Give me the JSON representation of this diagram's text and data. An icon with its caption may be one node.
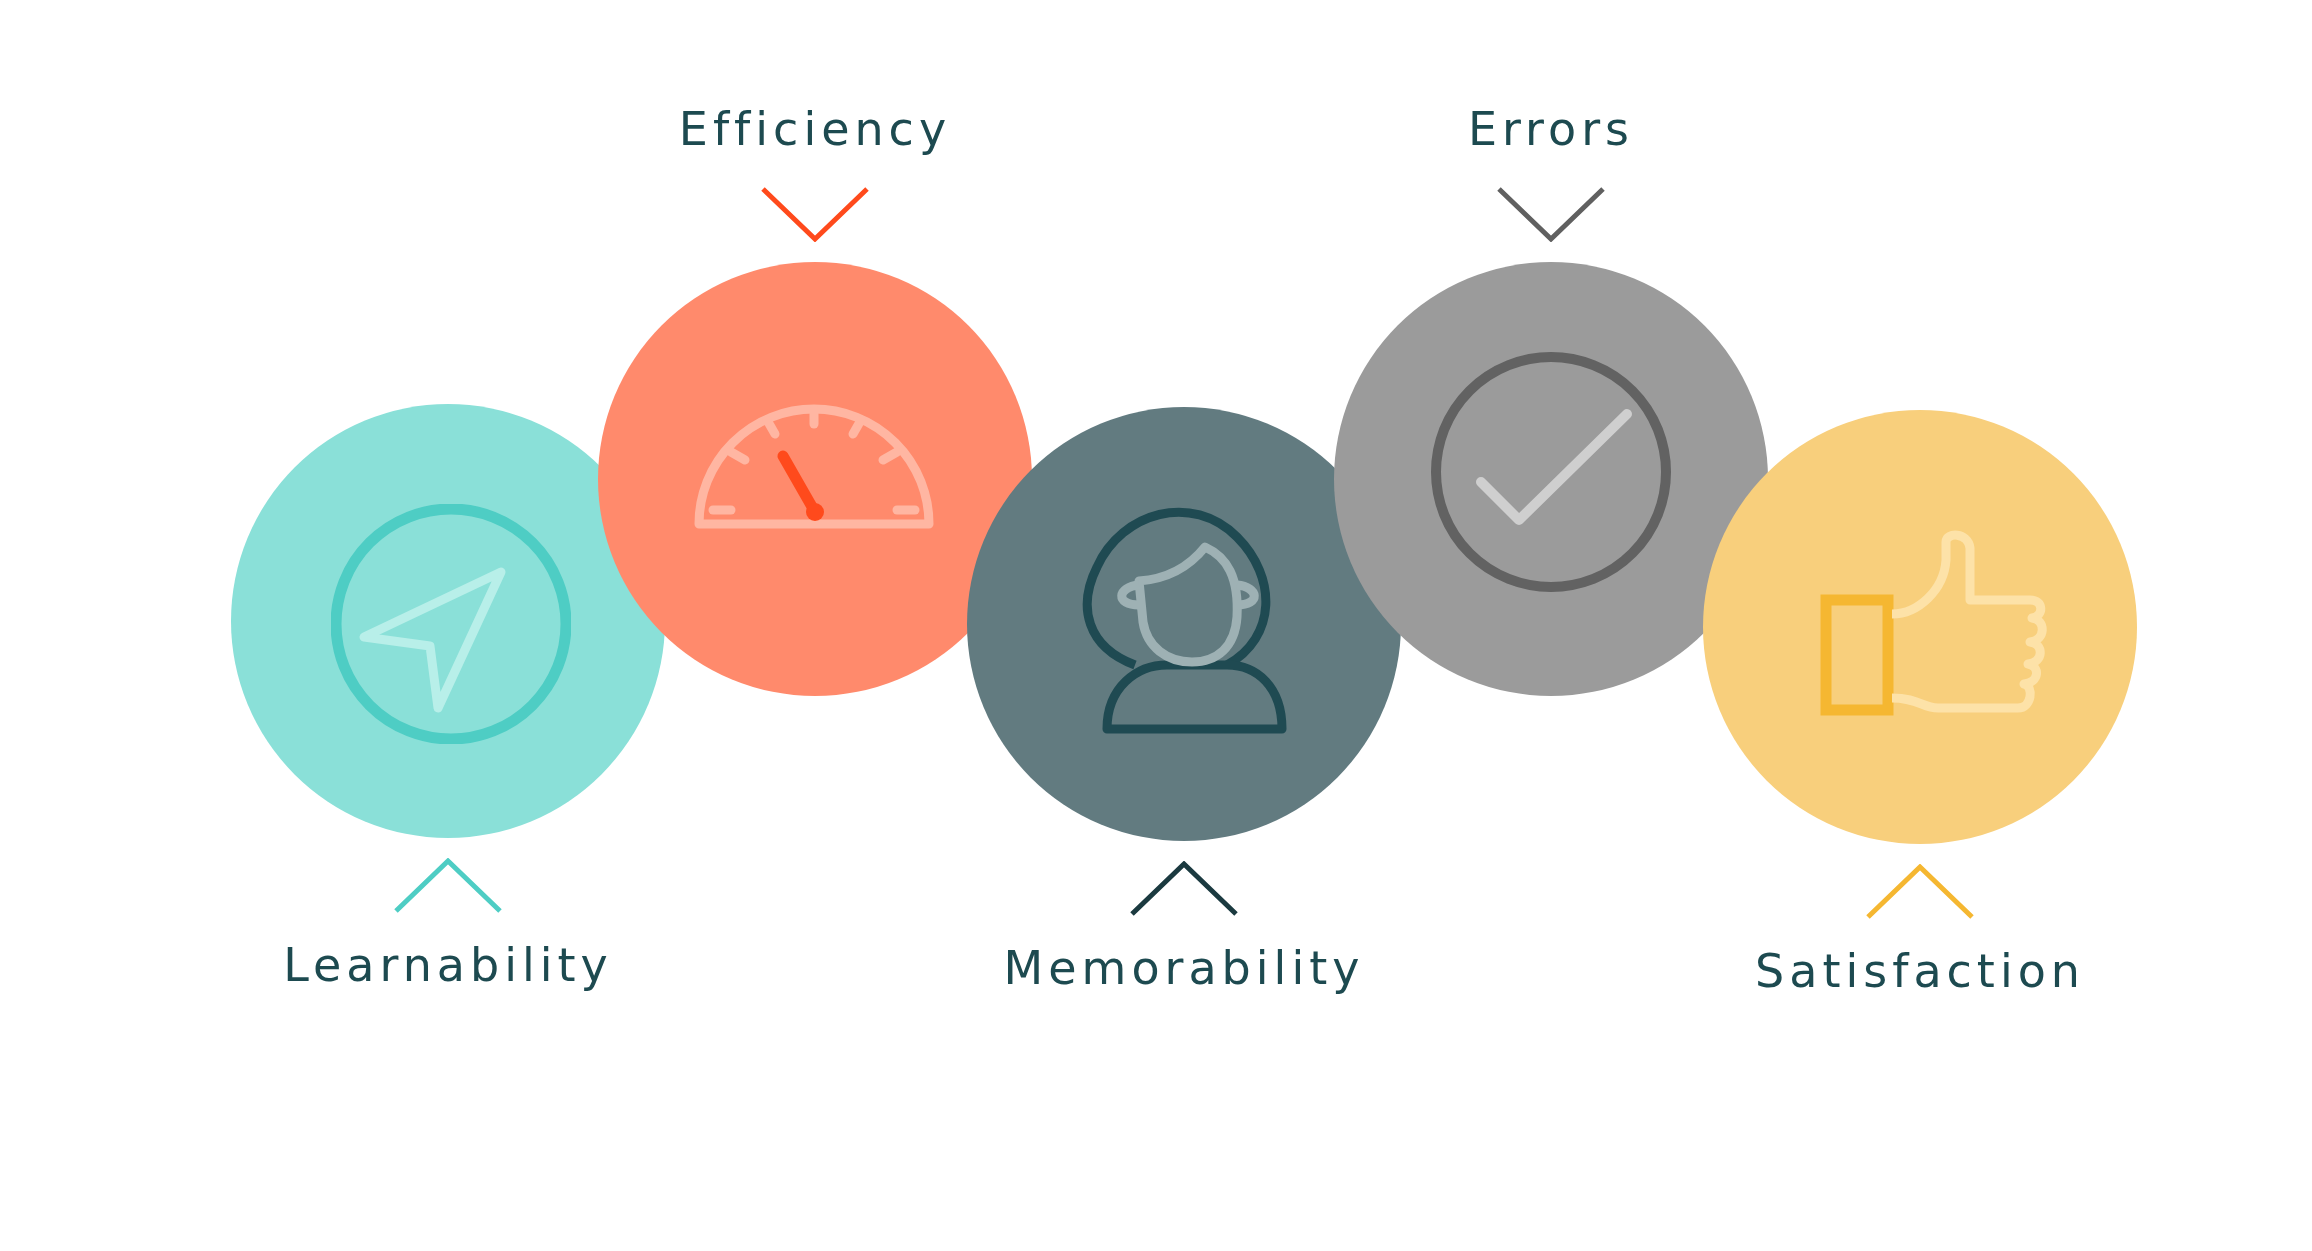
{
  "diagram": {
    "nodes": [
      {
        "text": [
          "Learnability"
        ]
      },
      {
        "text": [
          "Efficiency"
        ]
      },
      {
        "text": [
          "Memorability"
        ]
      },
      {
        "text": [
          "Errors"
        ]
      },
      {
        "text": [
          "Satisfaction"
        ]
      }
    ]
  }
}
